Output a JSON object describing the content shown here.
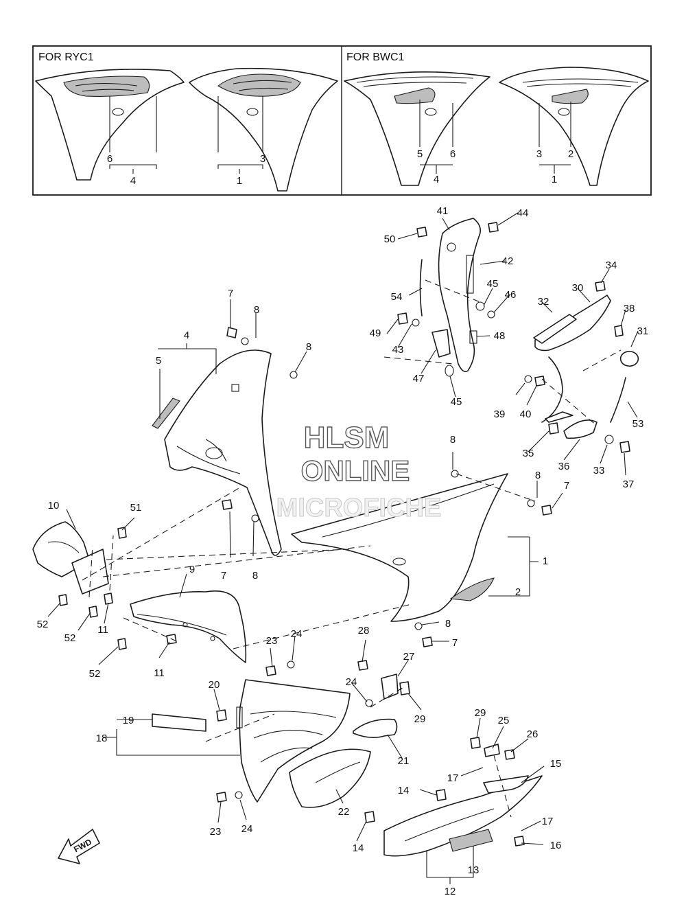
{
  "panels": {
    "left_title": "FOR RYC1",
    "right_title": "FOR BWC1"
  },
  "watermark": {
    "line1": "HLSM",
    "line2": "ONLINE",
    "line3": "MICROFICHE"
  },
  "fwd_label": "FWD",
  "callouts": {
    "c1": "1",
    "c2": "2",
    "c3": "3",
    "c4": "4",
    "c5": "5",
    "c6": "6",
    "c7": "7",
    "c8": "8",
    "c9": "9",
    "c10": "10",
    "c11": "11",
    "c12": "12",
    "c13": "13",
    "c14": "14",
    "c15": "15",
    "c16": "16",
    "c17": "17",
    "c18": "18",
    "c19": "19",
    "c20": "20",
    "c21": "21",
    "c22": "22",
    "c23": "23",
    "c24": "24",
    "c25": "25",
    "c26": "26",
    "c27": "27",
    "c28": "28",
    "c29": "29",
    "c30": "30",
    "c31": "31",
    "c32": "32",
    "c33": "33",
    "c34": "34",
    "c35": "35",
    "c36": "36",
    "c37": "37",
    "c38": "38",
    "c39": "39",
    "c40": "40",
    "c41": "41",
    "c42": "42",
    "c43": "43",
    "c44": "44",
    "c45": "45",
    "c46": "46",
    "c47": "47",
    "c48": "48",
    "c49": "49",
    "c50": "50",
    "c51": "51",
    "c52": "52",
    "c53": "53",
    "c54": "54"
  }
}
